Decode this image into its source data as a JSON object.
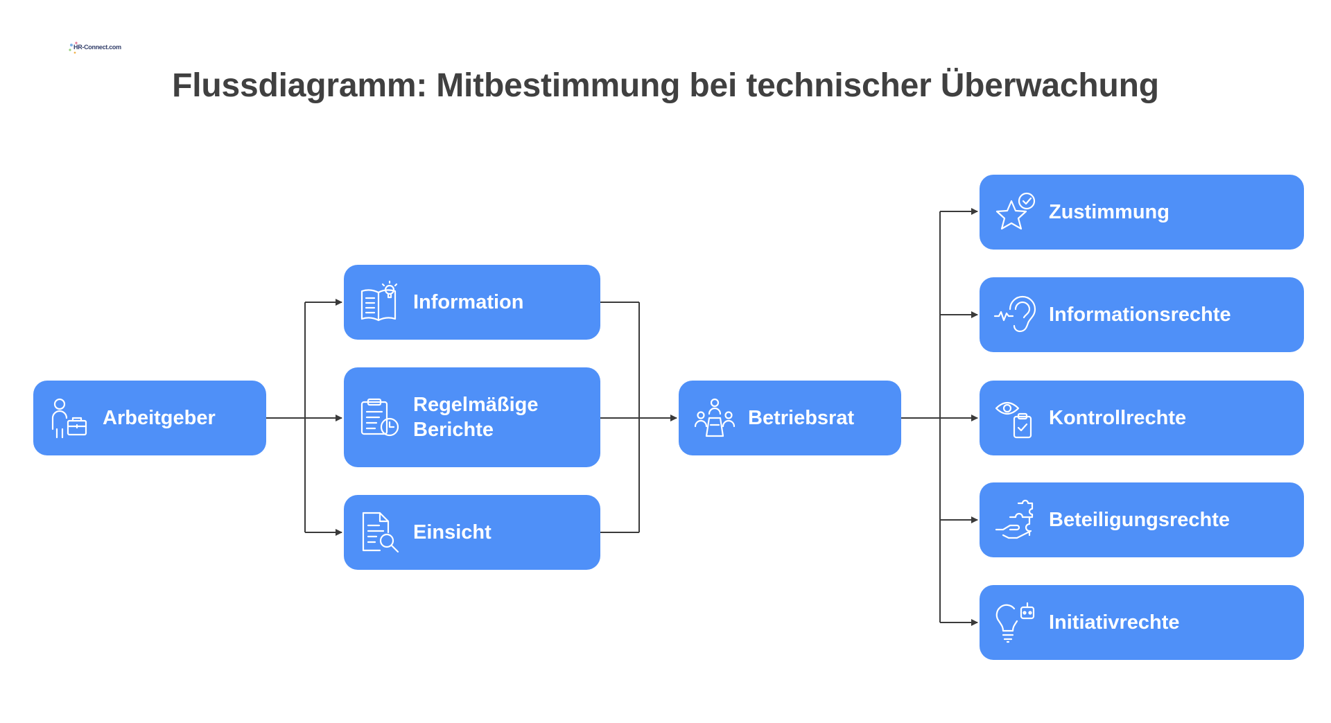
{
  "logo": {
    "text": "HR-Connect.com"
  },
  "title": "Flussdiagramm: Mitbestimmung bei technischer Überwachung",
  "colors": {
    "node": "#4f90f8",
    "line": "#3a3a3a",
    "title": "#404040"
  },
  "nodes": {
    "arbeitgeber": {
      "label": "Arbeitgeber",
      "icon": "employer-briefcase-icon"
    },
    "information": {
      "label": "Information",
      "icon": "book-lightbulb-icon"
    },
    "berichte": {
      "line1": "Regelmäßige",
      "line2": "Berichte",
      "icon": "clipboard-clock-icon"
    },
    "einsicht": {
      "label": "Einsicht",
      "icon": "document-search-icon"
    },
    "betriebsrat": {
      "label": "Betriebsrat",
      "icon": "council-meeting-icon"
    },
    "zustimmung": {
      "label": "Zustimmung",
      "icon": "star-check-icon"
    },
    "informationsrechte": {
      "label": "Informationsrechte",
      "icon": "ear-sound-icon"
    },
    "kontrollrechte": {
      "label": "Kontrollrechte",
      "icon": "eye-clipboard-icon"
    },
    "beteiligungsrechte": {
      "label": "Beteiligungsrechte",
      "icon": "hand-puzzle-icon"
    },
    "initiativrechte": {
      "label": "Initiativrechte",
      "icon": "lightbulb-robot-icon"
    }
  }
}
